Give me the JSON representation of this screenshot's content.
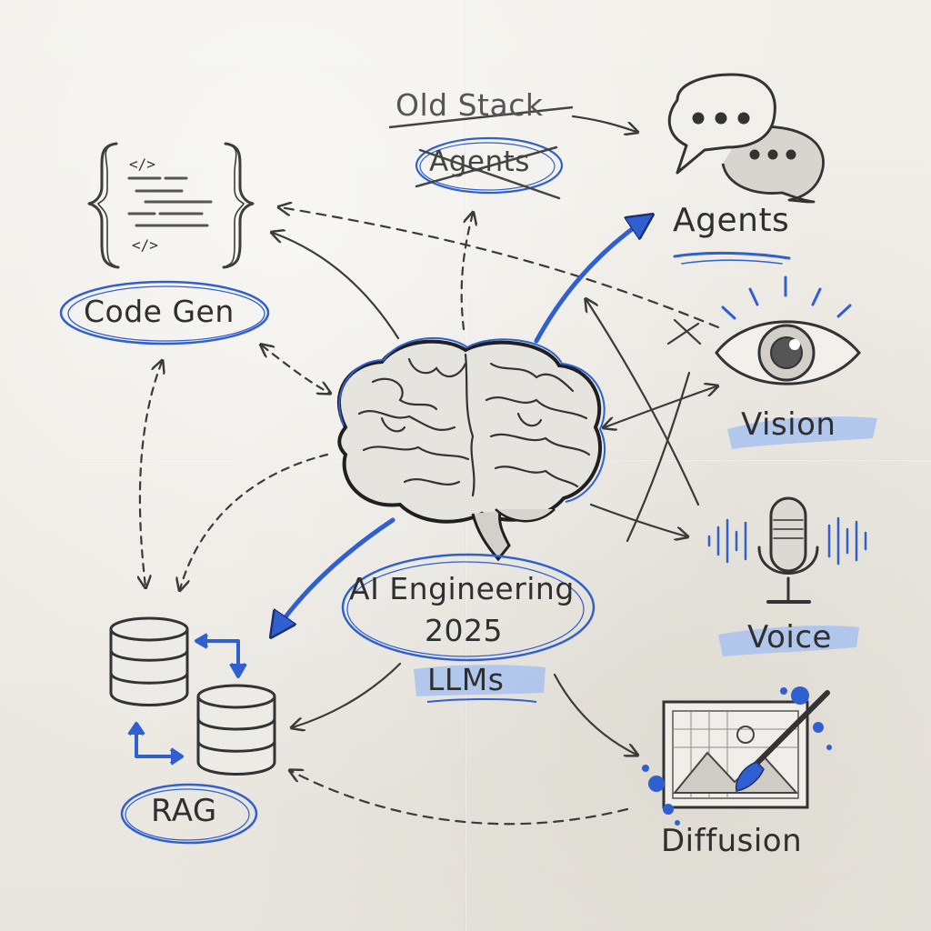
{
  "center": {
    "title": "AI Engineering",
    "year": "2025",
    "tag": "LLMs"
  },
  "nodes": {
    "code_gen": "Code Gen",
    "old_stack": "Old Stack",
    "old_agents": "Agents",
    "agents": "Agents",
    "vision": "Vision",
    "voice": "Voice",
    "diffusion": "Diffusion",
    "rag": "RAG"
  },
  "code_tags": [
    "</>",
    "</>"
  ],
  "colors": {
    "ink": "#2f2f2f",
    "accent_blue": "#2f5fd0",
    "highlight_blue": "#9fbdf0",
    "paper": "#eeece6"
  },
  "icons": [
    "code-braces-icon",
    "speech-bubbles-icon",
    "eye-icon",
    "microphone-icon",
    "image-paintbrush-icon",
    "database-icon",
    "brain-icon"
  ]
}
